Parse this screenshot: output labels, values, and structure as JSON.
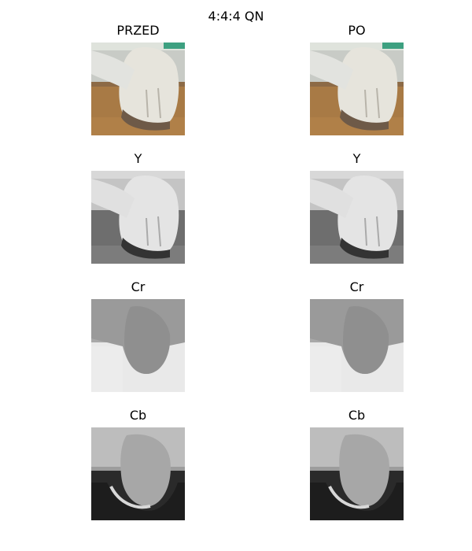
{
  "figure": {
    "suptitle": "4:4:4 QN",
    "columns": [
      "PRZED",
      "PO"
    ],
    "rows": [
      {
        "left_title": "PRZED",
        "right_title": "PO",
        "kind": "rgb"
      },
      {
        "left_title": "Y",
        "right_title": "Y",
        "kind": "y"
      },
      {
        "left_title": "Cr",
        "right_title": "Cr",
        "kind": "cr"
      },
      {
        "left_title": "Cb",
        "right_title": "Cb",
        "kind": "cb"
      }
    ]
  }
}
